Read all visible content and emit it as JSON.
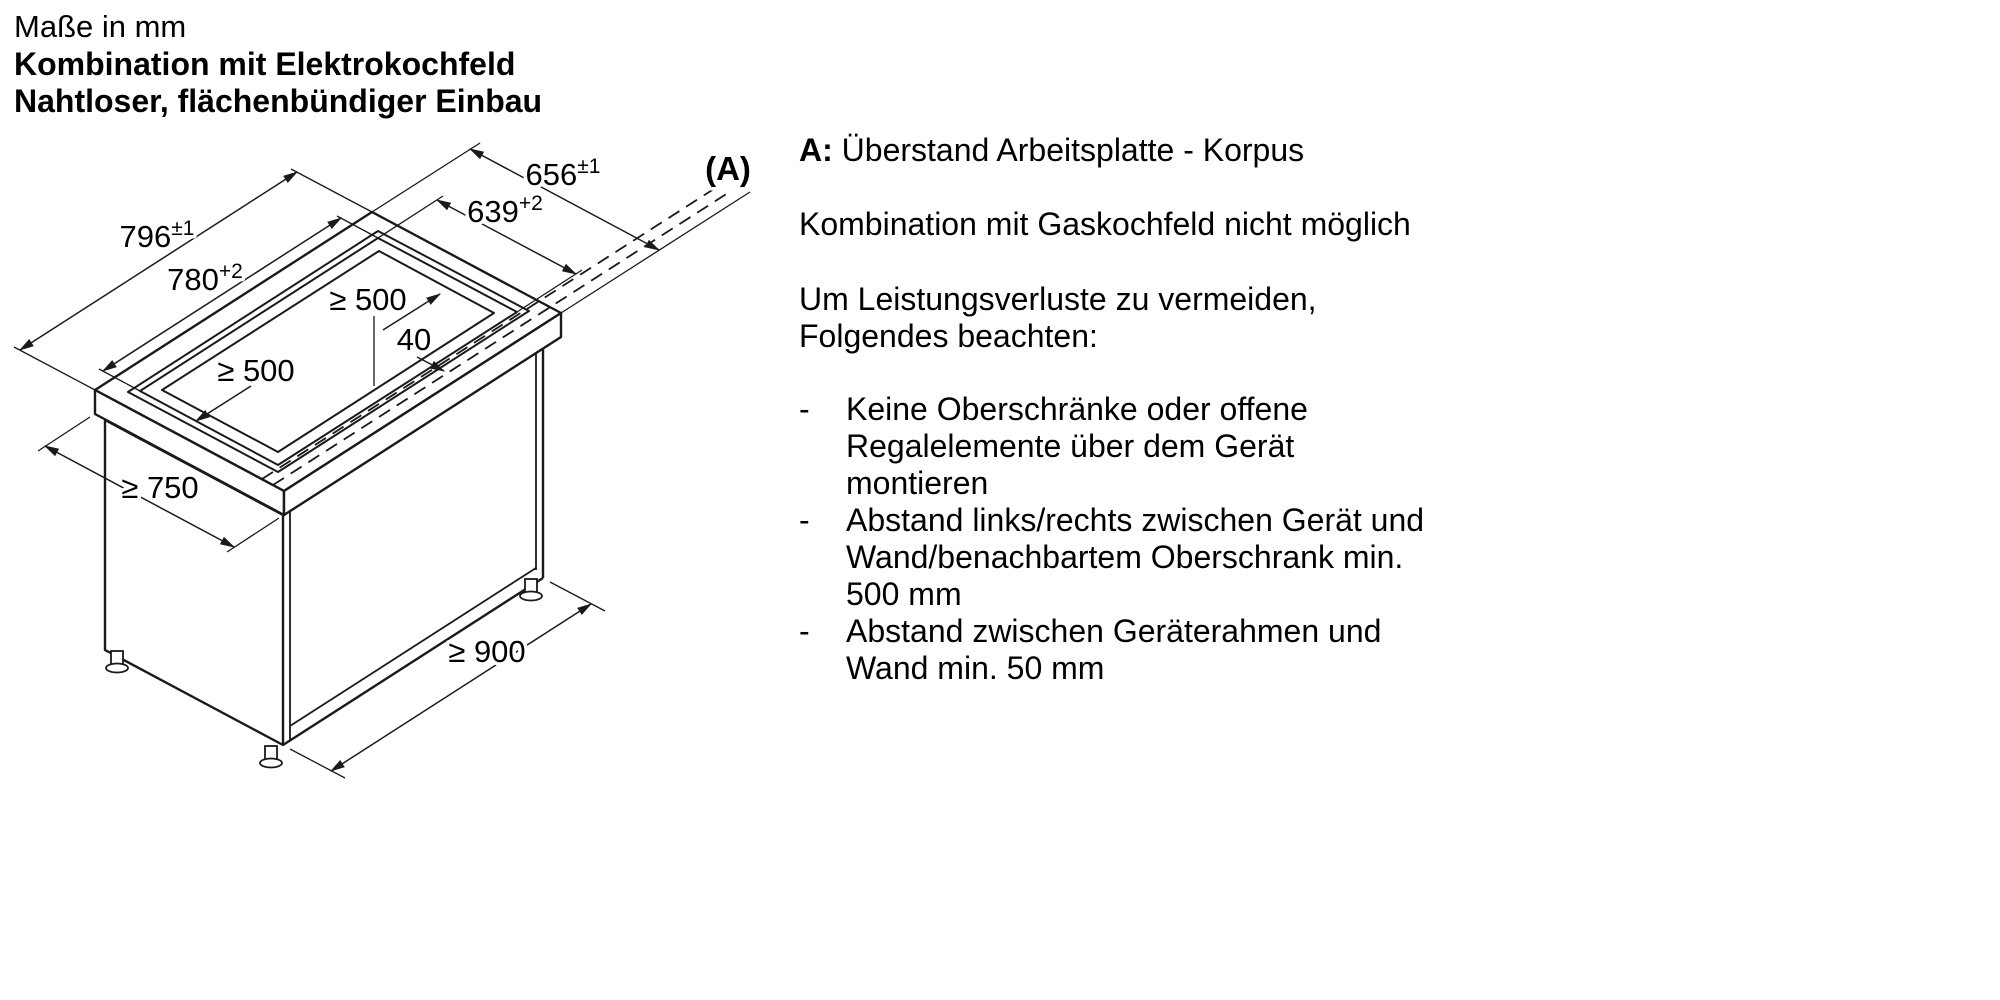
{
  "header": {
    "units_note": "Maße in mm",
    "title_line1": "Kombination mit Elektrokochfeld",
    "title_line2": "Nahtloser, flächenbündiger Einbau"
  },
  "dims": {
    "worktop_length": {
      "value": "796",
      "tol": "±1"
    },
    "cutout_length": {
      "value": "780",
      "tol": "+2"
    },
    "worktop_width": {
      "value": "656",
      "tol": "±1"
    },
    "cutout_width": {
      "value": "639",
      "tol": "+2"
    },
    "min_clearance_back": "≥ 500",
    "frame_strip": "40",
    "min_clearance_front": "≥ 500",
    "min_depth_front": "≥ 750",
    "min_cabinet_width": "≥ 900",
    "overhang_ref": "(A)"
  },
  "notes": {
    "a_prefix": "A:",
    "a_text": "Überstand Arbeitsplatte - Korpus",
    "gas_note": "Kombination mit Gaskochfeld nicht möglich",
    "intro": [
      "Um Leistungsverluste zu vermeiden,",
      "Folgendes beachten:"
    ],
    "bullet_marker": "-",
    "bullets": [
      {
        "lines": [
          "Keine Oberschränke oder offene",
          "Regalelemente über dem Gerät",
          "montieren"
        ]
      },
      {
        "lines": [
          "Abstand links/rechts zwischen Gerät und",
          "Wand/benachbartem Oberschrank min.",
          "500 mm"
        ]
      },
      {
        "lines": [
          "Abstand zwischen Geräterahmen und",
          "Wand min. 50 mm"
        ]
      }
    ]
  }
}
